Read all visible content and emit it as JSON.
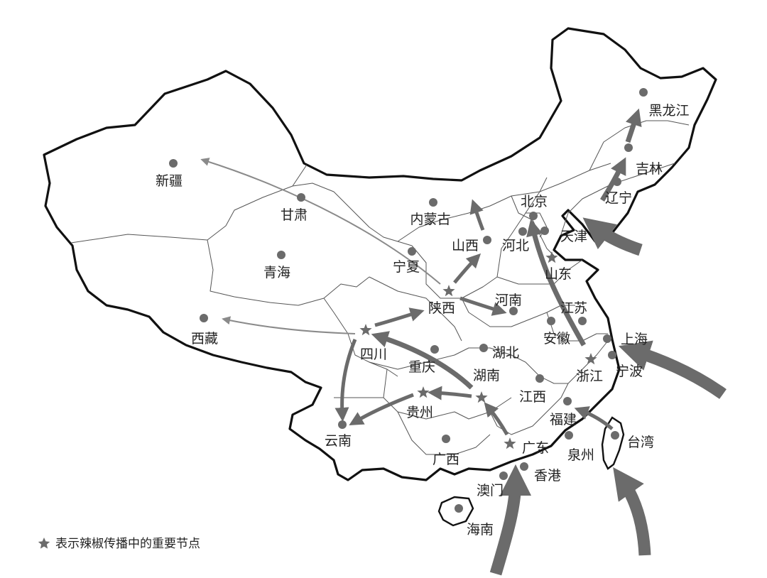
{
  "colors": {
    "marker": "#6b6b6b",
    "arrow": "#6b6b6b",
    "thin_arrow": "#8a8a8a",
    "border": "#111111",
    "label": "#222222"
  },
  "legend": {
    "icon": "star-icon",
    "text": "表示辣椒传播中的重要节点"
  },
  "places": [
    {
      "id": "xinjiang",
      "name": "新疆",
      "marker": "dot"
    },
    {
      "id": "xizang",
      "name": "西藏",
      "marker": "dot"
    },
    {
      "id": "qinghai",
      "name": "青海",
      "marker": "dot"
    },
    {
      "id": "gansu",
      "name": "甘肃",
      "marker": "dot"
    },
    {
      "id": "neimenggu",
      "name": "内蒙古",
      "marker": "dot"
    },
    {
      "id": "ningxia",
      "name": "宁夏",
      "marker": "dot"
    },
    {
      "id": "shanxi",
      "name": "山西",
      "marker": "dot"
    },
    {
      "id": "shaanxi",
      "name": "陕西",
      "marker": "star"
    },
    {
      "id": "sichuan",
      "name": "四川",
      "marker": "star"
    },
    {
      "id": "chongqing",
      "name": "重庆",
      "marker": "dot"
    },
    {
      "id": "guizhou",
      "name": "贵州",
      "marker": "star"
    },
    {
      "id": "yunnan",
      "name": "云南",
      "marker": "dot"
    },
    {
      "id": "guangxi",
      "name": "广西",
      "marker": "dot"
    },
    {
      "id": "guangdong",
      "name": "广东",
      "marker": "star"
    },
    {
      "id": "hunan",
      "name": "湖南",
      "marker": "star"
    },
    {
      "id": "hubei",
      "name": "湖北",
      "marker": "dot"
    },
    {
      "id": "henan",
      "name": "河南",
      "marker": "dot"
    },
    {
      "id": "hebei",
      "name": "河北",
      "marker": "dot"
    },
    {
      "id": "beijing",
      "name": "北京",
      "marker": "dot"
    },
    {
      "id": "tianjin",
      "name": "天津",
      "marker": "dot"
    },
    {
      "id": "shandong",
      "name": "山东",
      "marker": "star"
    },
    {
      "id": "jiangsu",
      "name": "江苏",
      "marker": "dot"
    },
    {
      "id": "anhui",
      "name": "安徽",
      "marker": "dot"
    },
    {
      "id": "shanghai",
      "name": "上海",
      "marker": "dot"
    },
    {
      "id": "zhejiang",
      "name": "浙江",
      "marker": "star"
    },
    {
      "id": "ningbo",
      "name": "宁波",
      "marker": "dot"
    },
    {
      "id": "jiangxi",
      "name": "江西",
      "marker": "dot"
    },
    {
      "id": "fujian",
      "name": "福建",
      "marker": "dot"
    },
    {
      "id": "quanzhou",
      "name": "泉州",
      "marker": "dot"
    },
    {
      "id": "taiwan",
      "name": "台湾",
      "marker": "dot"
    },
    {
      "id": "xianggang",
      "name": "香港",
      "marker": "dot"
    },
    {
      "id": "aomen",
      "name": "澳门",
      "marker": "dot"
    },
    {
      "id": "hainan",
      "name": "海南",
      "marker": "dot"
    },
    {
      "id": "liaoning",
      "name": "辽宁",
      "marker": "dot"
    },
    {
      "id": "jilin",
      "name": "吉林",
      "marker": "dot"
    },
    {
      "id": "heilongjiang",
      "name": "黑龙江",
      "marker": "dot"
    }
  ],
  "routes": [
    {
      "id": "sea-guangdong",
      "from": "sea",
      "to": "guangdong",
      "kind": "sea-entry"
    },
    {
      "id": "sea-taiwan",
      "from": "sea",
      "to": "taiwan",
      "kind": "sea-entry"
    },
    {
      "id": "sea-zhejiang",
      "from": "sea",
      "to": "zhejiang",
      "kind": "sea-entry"
    },
    {
      "id": "sea-liaoning",
      "from": "sea",
      "to": "liaoning",
      "kind": "sea-entry"
    },
    {
      "id": "liaoning-jilin",
      "from": "liaoning",
      "to": "jilin",
      "kind": "thick"
    },
    {
      "id": "jilin-heilongjiang",
      "from": "jilin",
      "to": "heilongjiang",
      "kind": "thick"
    },
    {
      "id": "zhejiang-beijing",
      "from": "zhejiang",
      "to": "beijing",
      "kind": "thick"
    },
    {
      "id": "taiwan-fujian",
      "from": "taiwan",
      "to": "fujian",
      "kind": "medium"
    },
    {
      "id": "guangdong-hunan",
      "from": "guangdong",
      "to": "hunan",
      "kind": "medium"
    },
    {
      "id": "hunan-guizhou",
      "from": "hunan",
      "to": "guizhou",
      "kind": "medium"
    },
    {
      "id": "hunan-sichuan",
      "from": "hunan",
      "to": "sichuan",
      "kind": "thick"
    },
    {
      "id": "guizhou-yunnan",
      "from": "guizhou",
      "to": "yunnan",
      "kind": "medium"
    },
    {
      "id": "sichuan-yunnan",
      "from": "sichuan",
      "to": "yunnan",
      "kind": "medium"
    },
    {
      "id": "sichuan-shaanxi",
      "from": "sichuan",
      "to": "shaanxi",
      "kind": "medium"
    },
    {
      "id": "sichuan-xizang",
      "from": "sichuan",
      "to": "xizang",
      "kind": "thin"
    },
    {
      "id": "shaanxi-xinjiang",
      "from": "shaanxi",
      "to": "xinjiang",
      "kind": "thin"
    },
    {
      "id": "shaanxi-shanxi",
      "from": "shaanxi",
      "to": "shanxi",
      "kind": "medium"
    },
    {
      "id": "shaanxi-henan",
      "from": "shaanxi",
      "to": "henan",
      "kind": "medium"
    },
    {
      "id": "shanxi-neimenggu",
      "from": "shanxi",
      "to": "neimenggu",
      "kind": "medium"
    }
  ]
}
